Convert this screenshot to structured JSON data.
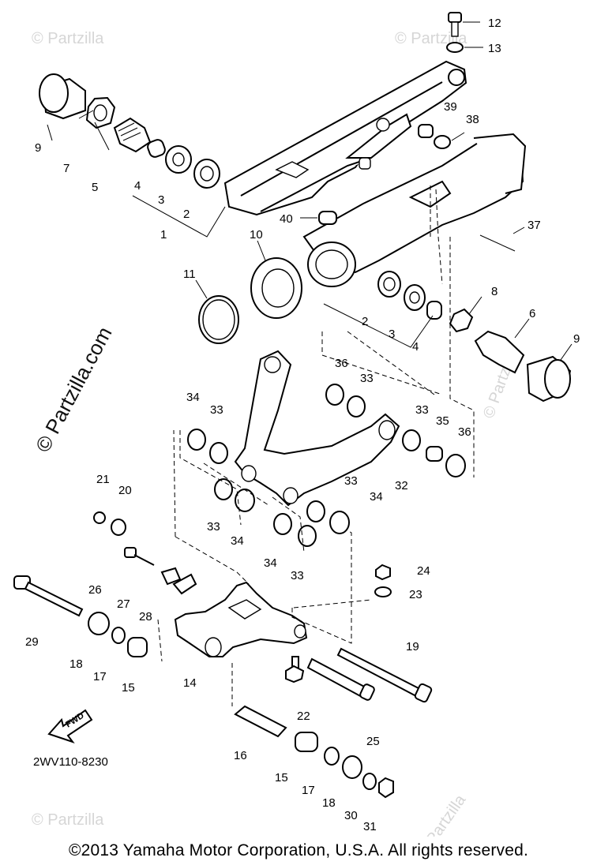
{
  "diagram": {
    "drawing_code": "2WV110-8230",
    "fwd_label": "FWD",
    "watermark": "© Partzilla.com",
    "watermark_faint": "© Partzilla",
    "callouts": {
      "c1": "1",
      "c2a": "2",
      "c2b": "2",
      "c3a": "3",
      "c3b": "3",
      "c4a": "4",
      "c4b": "4",
      "c5": "5",
      "c6": "6",
      "c7": "7",
      "c8": "8",
      "c9a": "9",
      "c9b": "9",
      "c10": "10",
      "c11": "11",
      "c12": "12",
      "c13": "13",
      "c14": "14",
      "c15a": "15",
      "c15b": "15",
      "c16": "16",
      "c17a": "17",
      "c17b": "17",
      "c18a": "18",
      "c18b": "18",
      "c19": "19",
      "c20": "20",
      "c21": "21",
      "c22": "22",
      "c23": "23",
      "c24": "24",
      "c25": "25",
      "c26": "26",
      "c27": "27",
      "c28": "28",
      "c29": "29",
      "c30": "30",
      "c31": "31",
      "c32": "32",
      "c33a": "33",
      "c33b": "33",
      "c33c": "33",
      "c33d": "33",
      "c33e": "33",
      "c33f": "33",
      "c34a": "34",
      "c34b": "34",
      "c34c": "34",
      "c34d": "34",
      "c35": "35",
      "c36a": "36",
      "c36b": "36",
      "c37": "37",
      "c38": "38",
      "c39": "39",
      "c40": "40"
    }
  },
  "footer": {
    "copyright": "©2013  Yamaha Motor Corporation, U.S.A. All rights reserved."
  }
}
